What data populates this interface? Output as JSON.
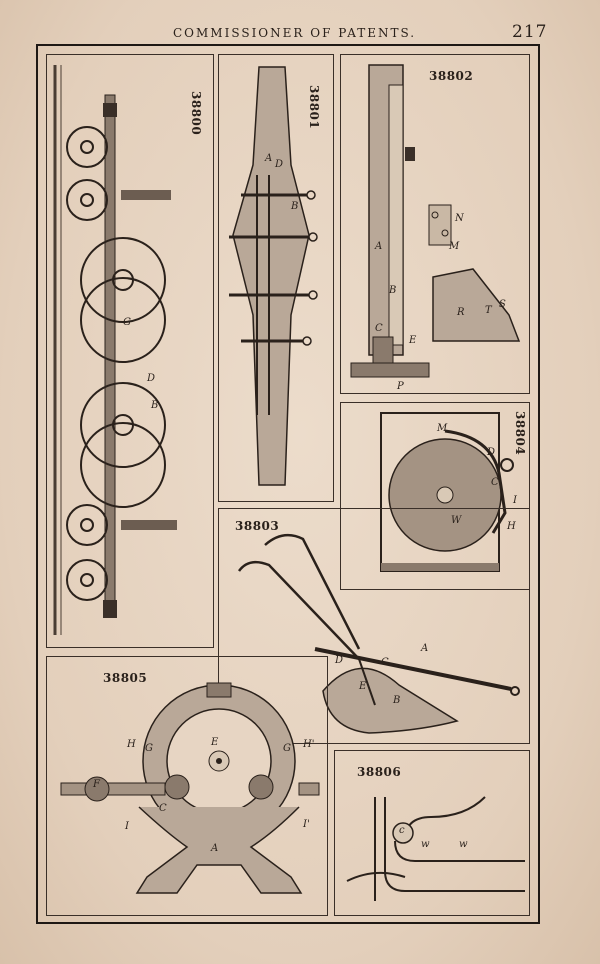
{
  "header": {
    "running_title": "COMMISSIONER OF PATENTS.",
    "page_number": "217"
  },
  "figures": [
    {
      "id": "fig-38800",
      "number": "38800",
      "letters": [
        "G",
        "D",
        "B"
      ]
    },
    {
      "id": "fig-38801",
      "number": "38801",
      "letters": [
        "A",
        "D",
        "B"
      ]
    },
    {
      "id": "fig-38802",
      "number": "38802",
      "letters": [
        "A",
        "B",
        "C",
        "E",
        "P",
        "N",
        "M",
        "R",
        "T",
        "S"
      ]
    },
    {
      "id": "fig-38803",
      "number": "38803",
      "letters": [
        "A",
        "C",
        "D",
        "E",
        "B"
      ]
    },
    {
      "id": "fig-38804",
      "number": "38804",
      "letters": [
        "M",
        "D",
        "C",
        "I",
        "H",
        "W"
      ]
    },
    {
      "id": "fig-38805",
      "number": "38805",
      "letters": [
        "H",
        "G",
        "E",
        "G",
        "H'",
        "F",
        "C",
        "I",
        "I'",
        "A"
      ]
    },
    {
      "id": "fig-38806",
      "number": "38806",
      "letters": [
        "c",
        "w",
        "w"
      ]
    }
  ]
}
